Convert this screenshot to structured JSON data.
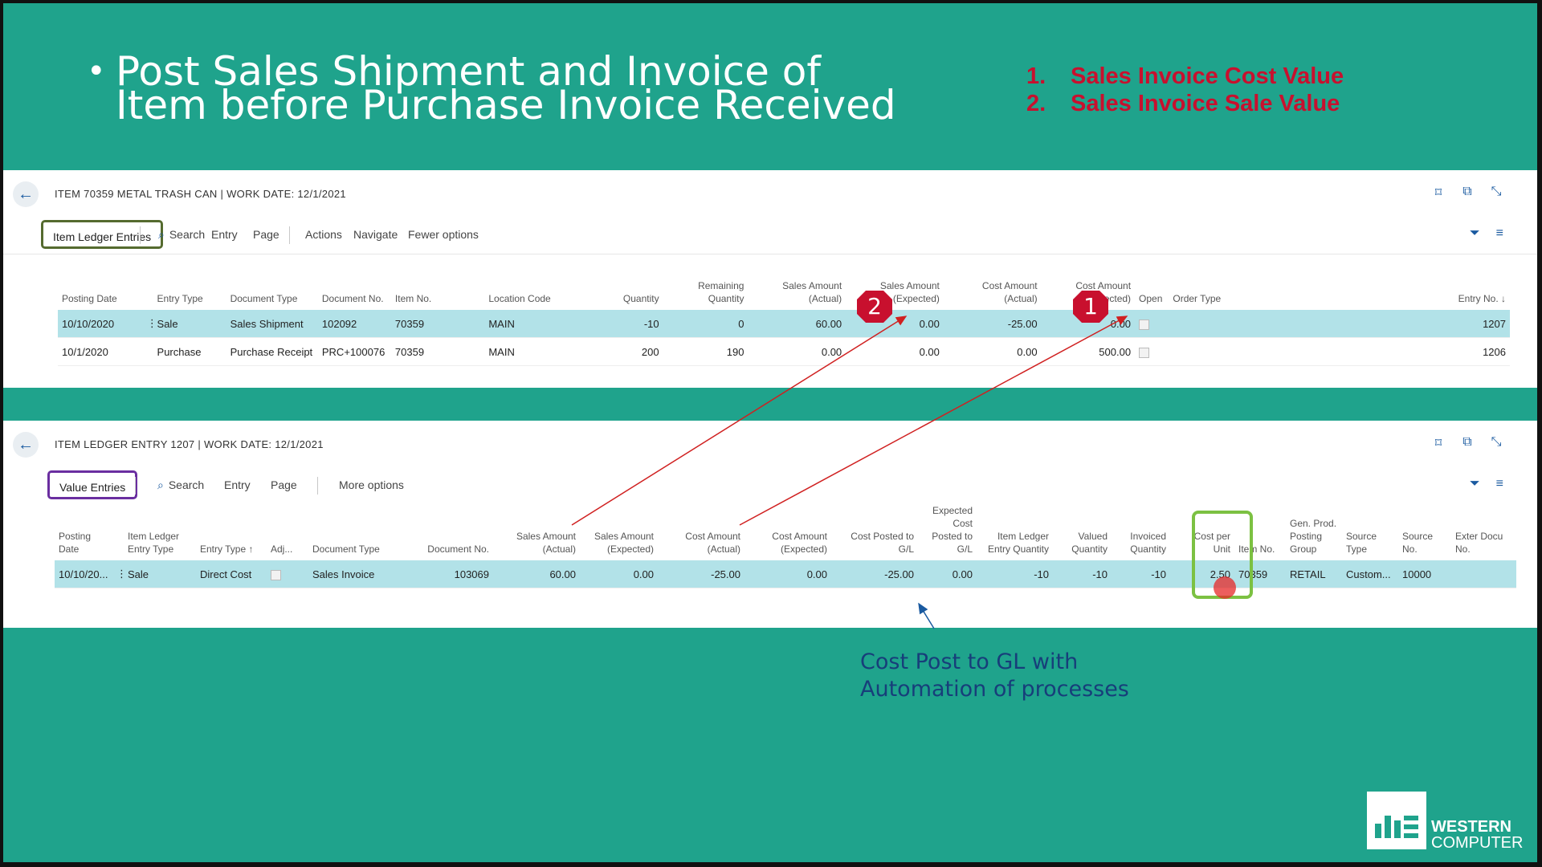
{
  "slide": {
    "title_line1": "Post Sales Shipment and Invoice of",
    "title_line2": "Item before Purchase Invoice Received",
    "goals": [
      {
        "num": "1.",
        "text": "Sales Invoice Cost Value"
      },
      {
        "num": "2.",
        "text": "Sales Invoice Sale Value"
      }
    ],
    "note_line1": "Cost Post to GL with",
    "note_line2": "Automation of processes",
    "badge1": "1",
    "badge2": "2",
    "logo_line1": "WESTERN",
    "logo_line2": "COMPUTER",
    "colors": {
      "background": "#1fa38c",
      "accent_red": "#c8102e",
      "note_blue": "#173e7a",
      "selected_row": "#b2e2e8"
    }
  },
  "panel1": {
    "title": "ITEM 70359 METAL TRASH CAN | WORK DATE: 12/1/2021",
    "tab": "Item Ledger Entries",
    "actions": {
      "search": "Search",
      "entry": "Entry",
      "page": "Page",
      "actions": "Actions",
      "navigate": "Navigate",
      "fewer": "Fewer options"
    },
    "columns": [
      "Posting Date",
      "Entry Type",
      "Document Type",
      "Document No.",
      "Item No.",
      "Location Code",
      "Quantity",
      "Remaining Quantity",
      "Sales Amount (Actual)",
      "Sales Amount (Expected)",
      "Cost Amount (Actual)",
      "Cost Amount (Expected)",
      "Open",
      "Order Type",
      "Entry No. ↓"
    ],
    "rows": [
      {
        "posting_date": "10/10/2020",
        "entry_type": "Sale",
        "document_type": "Sales Shipment",
        "document_no": "102092",
        "item_no": "70359",
        "location_code": "MAIN",
        "quantity": "-10",
        "remaining_quantity": "0",
        "sales_actual": "60.00",
        "sales_expected": "0.00",
        "cost_actual": "-25.00",
        "cost_expected": "0.00",
        "order_type": "",
        "entry_no": "1207"
      },
      {
        "posting_date": "10/1/2020",
        "entry_type": "Purchase",
        "document_type": "Purchase Receipt",
        "document_no": "PRC+100076",
        "item_no": "70359",
        "location_code": "MAIN",
        "quantity": "200",
        "remaining_quantity": "190",
        "sales_actual": "0.00",
        "sales_expected": "0.00",
        "cost_actual": "0.00",
        "cost_expected": "500.00",
        "order_type": "",
        "entry_no": "1206"
      }
    ]
  },
  "panel2": {
    "title": "ITEM LEDGER ENTRY 1207 | WORK DATE: 12/1/2021",
    "tab": "Value Entries",
    "actions": {
      "search": "Search",
      "entry": "Entry",
      "page": "Page",
      "more": "More options"
    },
    "columns": [
      "Posting Date",
      "Item Ledger Entry Type",
      "Entry Type ↑",
      "Adj...",
      "Document Type",
      "Document No.",
      "Sales Amount (Actual)",
      "Sales Amount (Expected)",
      "Cost Amount (Actual)",
      "Cost Amount (Expected)",
      "Cost Posted to G/L",
      "Expected Cost Posted to G/L",
      "Item Ledger Entry Quantity",
      "Valued Quantity",
      "Invoiced Quantity",
      "Cost per Unit",
      "Item No.",
      "Gen. Prod. Posting Group",
      "Source Type",
      "Source No.",
      "Exter Docu No."
    ],
    "rows": [
      {
        "posting_date": "10/10/20...",
        "ile_type": "Sale",
        "entry_type": "Direct Cost",
        "document_type": "Sales Invoice",
        "document_no": "103069",
        "sales_actual": "60.00",
        "sales_expected": "0.00",
        "cost_actual": "-25.00",
        "cost_expected": "0.00",
        "cost_posted_gl": "-25.00",
        "expected_cost_posted_gl": "0.00",
        "ile_quantity": "-10",
        "valued_quantity": "-10",
        "invoiced_quantity": "-10",
        "cost_per_unit": "2.50",
        "item_no": "70359",
        "gen_prod_group": "RETAIL",
        "source_type": "Custom...",
        "source_no": "10000",
        "ext_doc_no": ""
      }
    ]
  }
}
